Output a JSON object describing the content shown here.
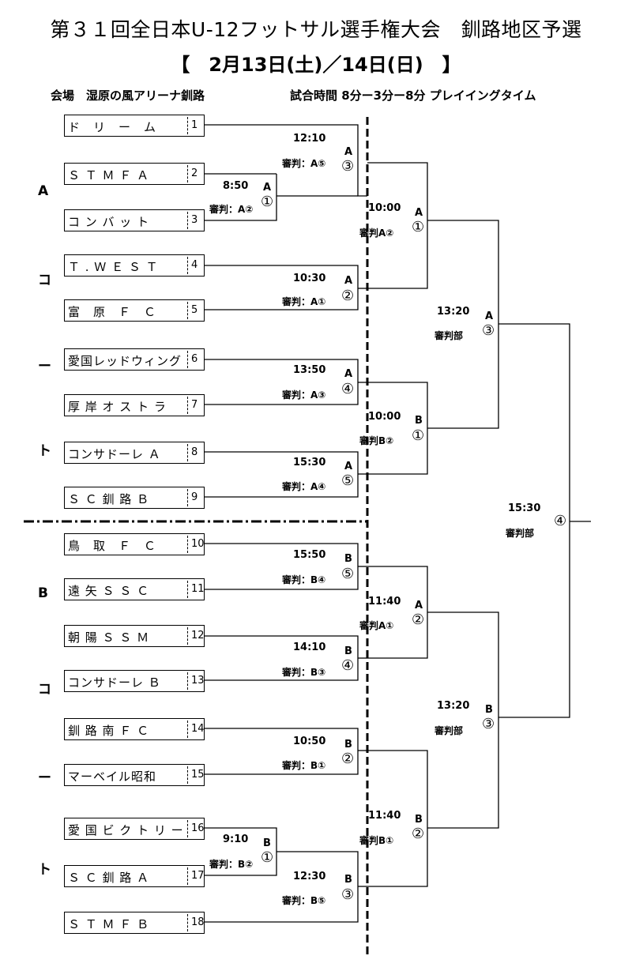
{
  "title": "第３１回全日本U-12フットサル選手権大会　釧路地区予選",
  "dates": "【　2月13日(土)／14日(日)　】",
  "venue": "会場　湿原の風アリーナ釧路",
  "rule": "試合時間 8分ー3分ー8分 プレイイングタイム",
  "court_a": [
    "A",
    "コ",
    "ー",
    "ト"
  ],
  "court_b": [
    "B",
    "コ",
    "ー",
    "ト"
  ],
  "teams": [
    {
      "name": "ド　リ　ー　ム",
      "no": "1"
    },
    {
      "name": "Ｓ Ｔ Ｍ Ｆ Ａ",
      "no": "2"
    },
    {
      "name": "コ ン バ ッ ト",
      "no": "3"
    },
    {
      "name": "Ｔ . Ｗ Ｅ Ｓ Ｔ",
      "no": "4"
    },
    {
      "name": "富　原　Ｆ　Ｃ",
      "no": "5"
    },
    {
      "name": "愛国レッドウィング",
      "no": "6"
    },
    {
      "name": "厚 岸 オ ス ト ラ",
      "no": "7"
    },
    {
      "name": "コンサドーレ Ａ",
      "no": "8"
    },
    {
      "name": "Ｓ Ｃ 釧 路 Ｂ",
      "no": "9"
    },
    {
      "name": "鳥　取　Ｆ　Ｃ",
      "no": "10"
    },
    {
      "name": "遠 矢 Ｓ Ｓ Ｃ",
      "no": "11"
    },
    {
      "name": "朝 陽 Ｓ Ｓ Ｍ",
      "no": "12"
    },
    {
      "name": "コンサドーレ Ｂ",
      "no": "13"
    },
    {
      "name": "釧 路 南 Ｆ Ｃ",
      "no": "14"
    },
    {
      "name": "マーベイル昭和",
      "no": "15"
    },
    {
      "name": "愛 国 ビ ク ト リ ー",
      "no": "16"
    },
    {
      "name": "Ｓ Ｃ 釧 路 Ａ",
      "no": "17"
    },
    {
      "name": "Ｓ Ｔ Ｍ Ｆ Ｂ",
      "no": "18"
    }
  ],
  "matches": [
    {
      "time": "12:10",
      "ref": "審判：A⑤",
      "court": "A",
      "num": "③"
    },
    {
      "time": "8:50",
      "ref": "審判：A②",
      "court": "A",
      "num": "①"
    },
    {
      "time": "10:30",
      "ref": "審判：A①",
      "court": "A",
      "num": "②"
    },
    {
      "time": "13:50",
      "ref": "審判：A③",
      "court": "A",
      "num": "④"
    },
    {
      "time": "15:30",
      "ref": "審判：A④",
      "court": "A",
      "num": "⑤"
    },
    {
      "time": "15:50",
      "ref": "審判：B④",
      "court": "B",
      "num": "⑤"
    },
    {
      "time": "14:10",
      "ref": "審判：B③",
      "court": "B",
      "num": "④"
    },
    {
      "time": "10:50",
      "ref": "審判：B①",
      "court": "B",
      "num": "②"
    },
    {
      "time": "9:10",
      "ref": "審判：B②",
      "court": "B",
      "num": "①"
    },
    {
      "time": "12:30",
      "ref": "審判：B⑤",
      "court": "B",
      "num": "③"
    },
    {
      "time": "10:00",
      "ref": "審判A②",
      "court": "A",
      "num": "①"
    },
    {
      "time": "10:00",
      "ref": "審判B②",
      "court": "B",
      "num": "①"
    },
    {
      "time": "11:40",
      "ref": "審判A①",
      "court": "A",
      "num": "②"
    },
    {
      "time": "11:40",
      "ref": "審判B①",
      "court": "B",
      "num": "②"
    },
    {
      "time": "13:20",
      "ref": "審判部",
      "court": "A",
      "num": "③"
    },
    {
      "time": "13:20",
      "ref": "審判部",
      "court": "B",
      "num": "③"
    },
    {
      "time": "15:30",
      "ref": "審判部",
      "court": "",
      "num": "④"
    }
  ]
}
